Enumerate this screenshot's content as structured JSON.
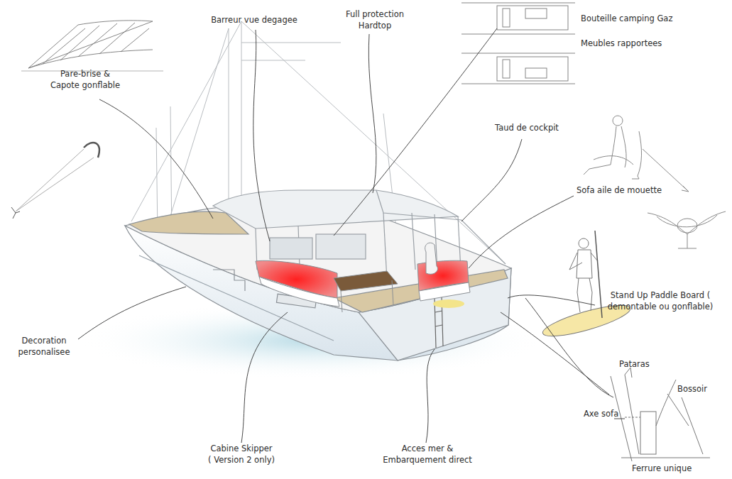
{
  "diagram": {
    "labels": [
      "Pare-brise & Capote gonflable",
      "Barreur vue degagee",
      "Full protection Hardtop",
      "Bouteille camping Gaz",
      "Meubles rapportees",
      "Taud de cockpit",
      "Sofa aile de mouette",
      "Stand Up Paddle Board ( demontable ou gonflable)",
      "Decoration personalisee",
      "Cabine Skipper ( Version 2 only)",
      "Acces mer & Embarquement direct",
      "Pataras",
      "Bossoir",
      "Axe sofa",
      "Ferrure unique"
    ]
  }
}
